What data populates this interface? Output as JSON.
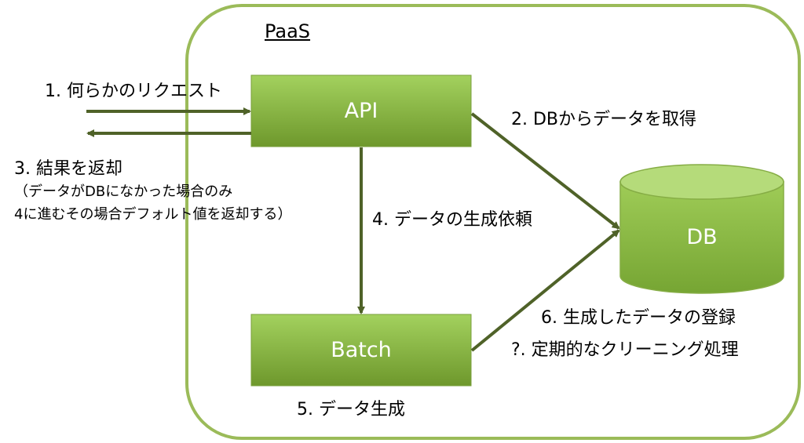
{
  "container": {
    "title": "PaaS",
    "border_color": "#9bbb59"
  },
  "nodes": {
    "api": {
      "label": "API"
    },
    "batch": {
      "label": "Batch"
    },
    "db": {
      "label": "DB"
    }
  },
  "labels": {
    "step1": "1. 何らかのリクエスト",
    "step2": "2. DBからデータを取得",
    "step3_title": "3. 結果を返却",
    "step3_note_line1": "（データがDBになかった場合のみ",
    "step3_note_line2": "4に進むその場合デフォルト値を返却する）",
    "step4": "4. データの生成依頼",
    "step5": "5. データ生成",
    "step6": "6. 生成したデータの登録",
    "step_periodic": "?. 定期的なクリーニング処理"
  },
  "colors": {
    "box_fill_top": "#9fcc5a",
    "box_fill_bottom": "#6f9a2d",
    "arrow": "#4f6228",
    "container_border": "#9bbb59"
  }
}
